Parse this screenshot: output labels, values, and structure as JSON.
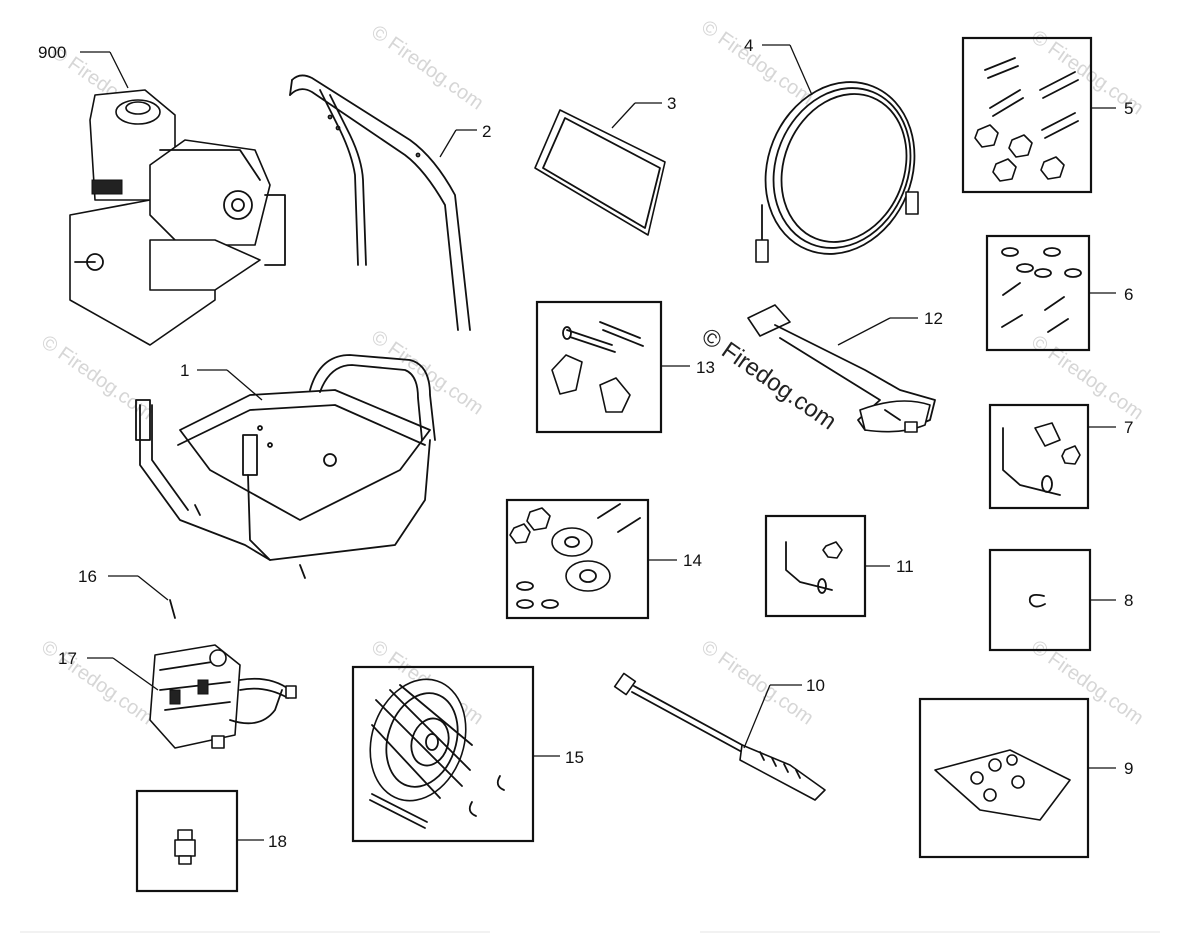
{
  "labels": {
    "p900": "900",
    "p1": "1",
    "p2": "2",
    "p3": "3",
    "p4": "4",
    "p5": "5",
    "p6": "6",
    "p7": "7",
    "p8": "8",
    "p9": "9",
    "p10": "10",
    "p11": "11",
    "p12": "12",
    "p13": "13",
    "p14": "14",
    "p15": "15",
    "p16": "16",
    "p17": "17",
    "p18": "18"
  },
  "watermark": {
    "text": "© Firedog.com",
    "center_text": "© Firedog.com"
  }
}
